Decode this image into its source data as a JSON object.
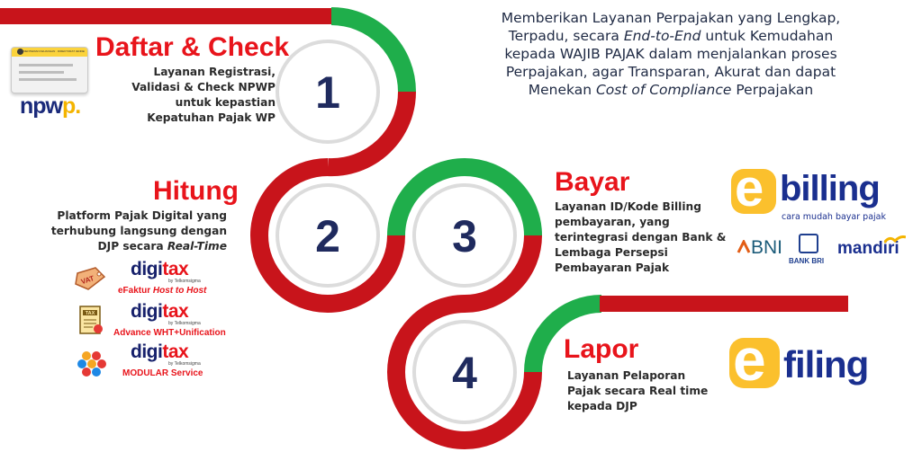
{
  "headline": {
    "line1": "Memberikan Layanan Perpajakan yang Lengkap,",
    "line2_a": "Terpadu, secara ",
    "line2_b": "End-to-End",
    "line2_c": "  untuk Kemudahan",
    "line3": "kepada WAJIB PAJAK dalam menjalankan proses",
    "line4": "Perpajakan, agar Transparan, Akurat dan dapat",
    "line5_a": "Menekan ",
    "line5_b": "Cost of Compliance",
    "line5_c": " Perpajakan"
  },
  "steps": [
    {
      "number": "1",
      "title": "Daftar & Check",
      "desc": [
        "Layanan Registrasi,",
        "Validasi & Check NPWP",
        "untuk kepastian",
        "Kepatuhan Pajak WP"
      ]
    },
    {
      "number": "2",
      "title": "Hitung",
      "desc": [
        "Platform Pajak Digital yang",
        "terhubung langsung dengan",
        "DJP secara "
      ],
      "desc_em": "Real-Time"
    },
    {
      "number": "3",
      "title": "Bayar",
      "desc": [
        "Layanan ID/Kode Billing",
        "pembayaran, yang",
        "terintegrasi dengan Bank &",
        "Lembaga Persepsi",
        "Pembayaran Pajak"
      ]
    },
    {
      "number": "4",
      "title": "Lapor",
      "desc": [
        "Layanan Pelaporan",
        "Pajak secara Real time",
        "kepada DJP"
      ]
    }
  ],
  "npwp": {
    "card_header": "KEMENTERIAN KEUANGAN · DIREKTORAT JENDERAL PAJAK",
    "logo_a": "npw",
    "logo_b": "p."
  },
  "digitax": {
    "word_a": "digi",
    "word_b": "tax",
    "byline": "by Telkomsigma",
    "items": [
      {
        "icon": "vat-tag-icon",
        "caption_a": "eFaktur ",
        "caption_b": "Host to Host"
      },
      {
        "icon": "tax-document-icon",
        "caption_a": "Advance WHT+Unification",
        "caption_b": ""
      },
      {
        "icon": "hexagon-modules-icon",
        "caption_a": "MODULAR Service",
        "caption_b": ""
      }
    ],
    "vat_label": "VAT",
    "tax_label": "TAX"
  },
  "ebilling": {
    "letter": "e",
    "word": "billing",
    "tagline": "cara mudah bayar pajak",
    "banks": [
      "BNI",
      "BANK BRI",
      "mandiri"
    ]
  },
  "efiling": {
    "letter": "e",
    "word": "filing"
  },
  "colors": {
    "red": "#c8141b",
    "green": "#1fae4b",
    "navy": "#1f2a5e",
    "title_red": "#e8141b",
    "yellow": "#fbc02d"
  }
}
